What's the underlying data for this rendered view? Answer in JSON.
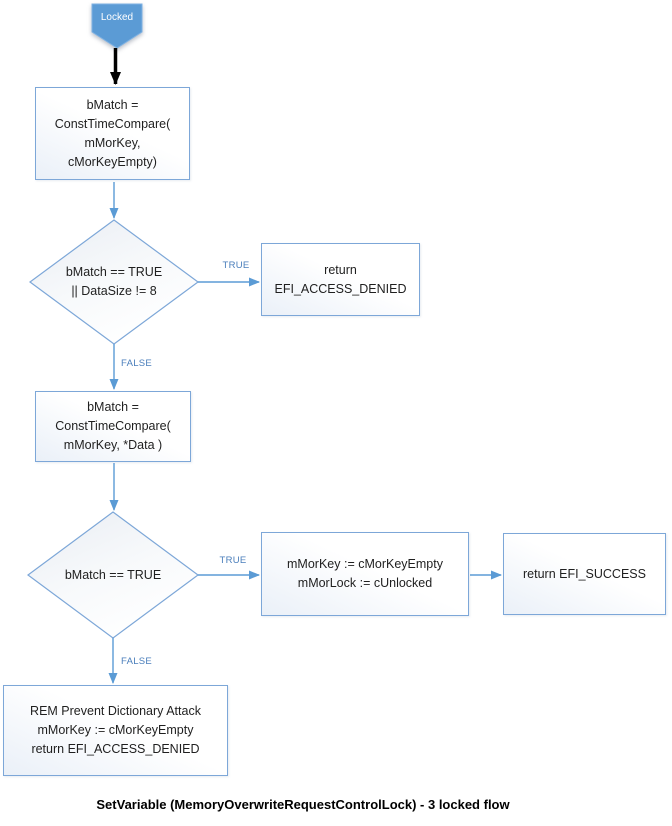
{
  "diagram": {
    "caption": "SetVariable (MemoryOverwriteRequestControlLock) - 3 locked flow",
    "colors": {
      "start_shape_fill": "#5b9bd5",
      "shape_border": "#7da7d8",
      "connector": "#5b9bd5",
      "edge_label_text": "#4a7ebb",
      "shape_text": "#1f1f1f",
      "start_connector": "#000000"
    },
    "nodes": {
      "start": {
        "label": "Locked"
      },
      "compare_empty": {
        "lines": [
          "bMatch =",
          "ConstTimeCompare(",
          "mMorKey,",
          "cMorKeyEmpty)"
        ]
      },
      "decision_match_or_size": {
        "lines": [
          "bMatch == TRUE",
          "|| DataSize != 8"
        ]
      },
      "access_denied_top": {
        "lines": [
          "return",
          "EFI_ACCESS_DENIED"
        ]
      },
      "compare_data": {
        "lines": [
          "bMatch =",
          "ConstTimeCompare(",
          "mMorKey, *Data )"
        ]
      },
      "decision_match": {
        "lines": [
          "bMatch == TRUE"
        ]
      },
      "unlock_assign": {
        "lines": [
          "mMorKey := cMorKeyEmpty",
          "mMorLock := cUnlocked"
        ]
      },
      "success": {
        "lines": [
          "return EFI_SUCCESS"
        ]
      },
      "dictionary_guard": {
        "lines": [
          "REM Prevent Dictionary Attack",
          "mMorKey := cMorKeyEmpty",
          "return EFI_ACCESS_DENIED"
        ]
      }
    },
    "edge_labels": {
      "true_1": "TRUE",
      "false_1": "FALSE",
      "true_2": "TRUE",
      "false_2": "FALSE"
    }
  }
}
